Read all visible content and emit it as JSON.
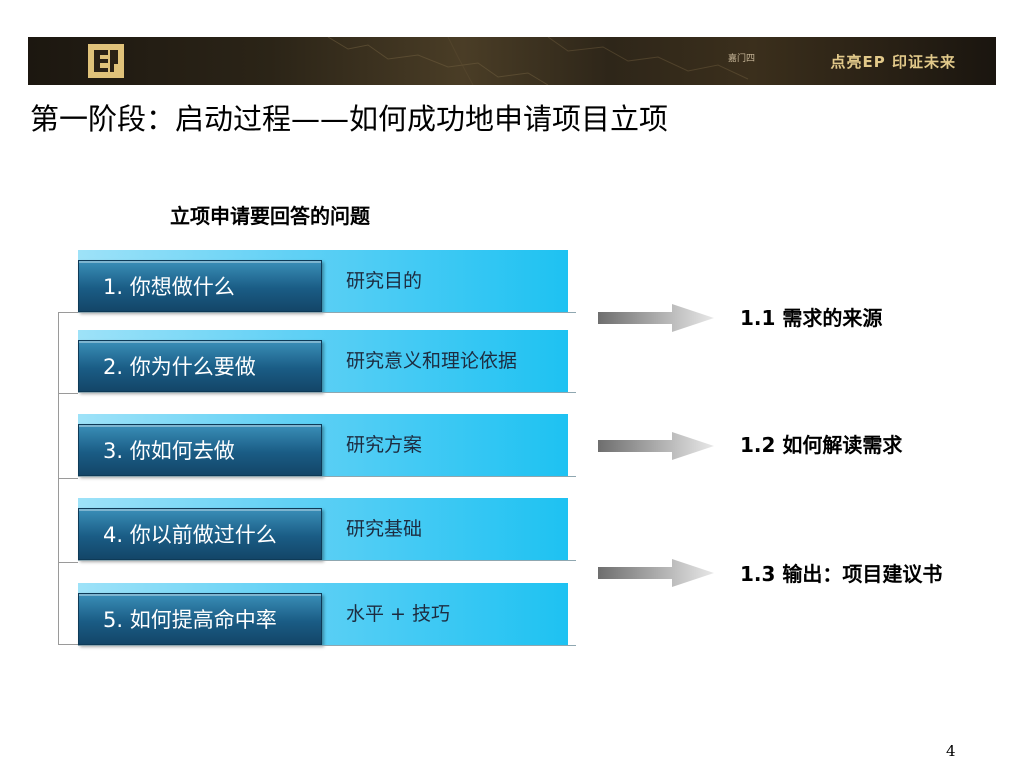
{
  "header": {
    "slogan": "点亮EP 印证未来",
    "brand_mark": "嘉门四"
  },
  "title": "第一阶段：启动过程——如何成功地申请项目立项",
  "section_title": "立项申请要回答的问题",
  "items": [
    {
      "label": "1.  你想做什么",
      "desc": "研究目的"
    },
    {
      "label": "2.  你为什么要做",
      "desc": "研究意义和理论依据"
    },
    {
      "label": "3.  你如何去做",
      "desc": "研究方案"
    },
    {
      "label": "4.  你以前做过什么",
      "desc": "研究基础"
    },
    {
      "label": "5.  如何提高命中率",
      "desc": "水平 + 技巧"
    }
  ],
  "results": [
    {
      "text": "1.1  需求的来源"
    },
    {
      "text": "1.2  如何解读需求"
    },
    {
      "text": "1.3 输出：项目建议书"
    }
  ],
  "page_number": "4",
  "colors": {
    "banner": "#2b2417",
    "slogan": "#e2c98a",
    "label_dark": "#1a5c85",
    "band_light": "#5fd0f5"
  }
}
